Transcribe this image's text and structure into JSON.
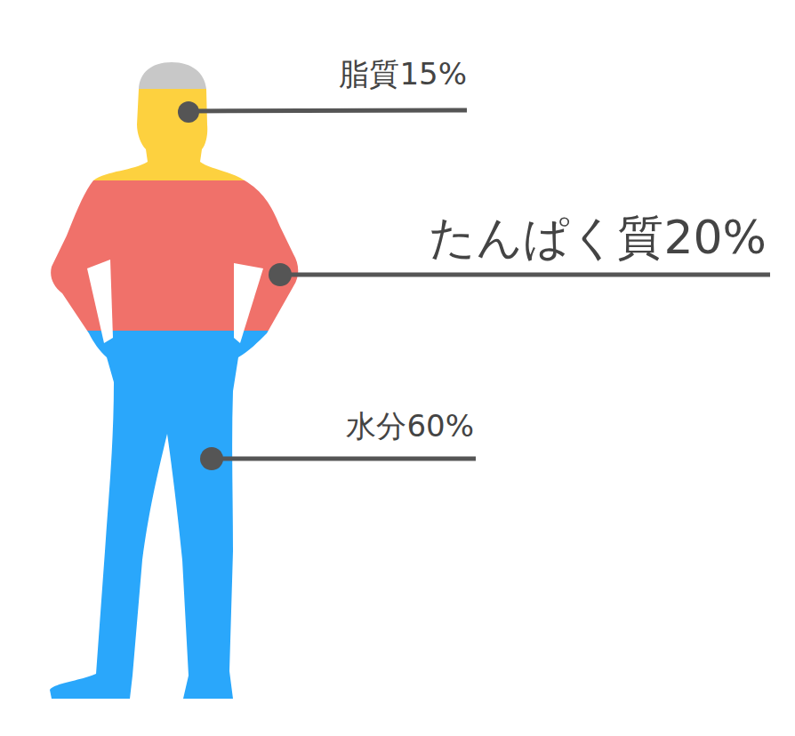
{
  "diagram": {
    "labels": [
      "脂質15%",
      "たんぱく質20%",
      "水分60%"
    ]
  }
}
